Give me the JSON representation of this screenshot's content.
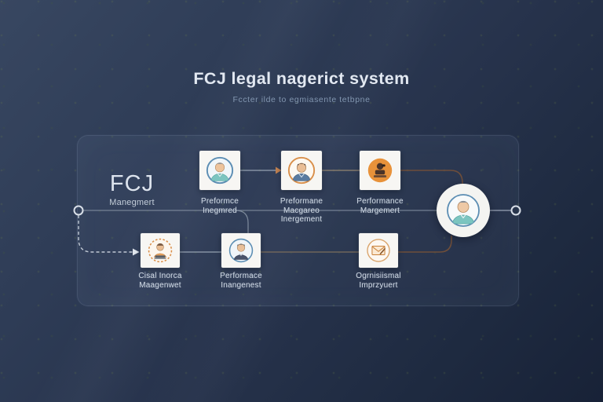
{
  "header": {
    "title": "FCJ legal nagerict system",
    "subtitle": "Fccter ilde to egmiasente tetbpne"
  },
  "left_node": {
    "title": "FCJ",
    "subtitle": "Manegmert"
  },
  "nodes": {
    "top": [
      {
        "icon": "person-avatar-blue-icon",
        "label_lines": [
          "Preformce",
          "Inegmred"
        ]
      },
      {
        "icon": "person-avatar-orange-icon",
        "label_lines": [
          "Preformane",
          "Macgareo",
          "Inergement"
        ]
      },
      {
        "icon": "workstation-orange-icon",
        "label_lines": [
          "Performance",
          "Margemert"
        ]
      }
    ],
    "bottom": [
      {
        "icon": "person-laptop-icon",
        "label_lines": [
          "Cisal Inorca",
          "Maagenwet"
        ]
      },
      {
        "icon": "person-avatar-dark-icon",
        "label_lines": [
          "Performace",
          "Inangenest"
        ]
      },
      {
        "icon": "envelope-edit-icon",
        "label_lines": [
          "Ogrnisiismal",
          "Imprzyuert"
        ]
      }
    ]
  },
  "end_node": {
    "icon": "person-avatar-teal-icon"
  },
  "colors": {
    "background_top": "#384761",
    "background_bottom": "#182237",
    "accent_orange": "#e8923a",
    "accent_blue": "#5b8db3",
    "accent_teal": "#7cc5c0",
    "line_gray": "#8e9aab",
    "line_brown": "#6e4e3a",
    "box_background": "#f7f6f3",
    "title_text": "#e2e8f1",
    "label_text": "#ccd5e0"
  }
}
